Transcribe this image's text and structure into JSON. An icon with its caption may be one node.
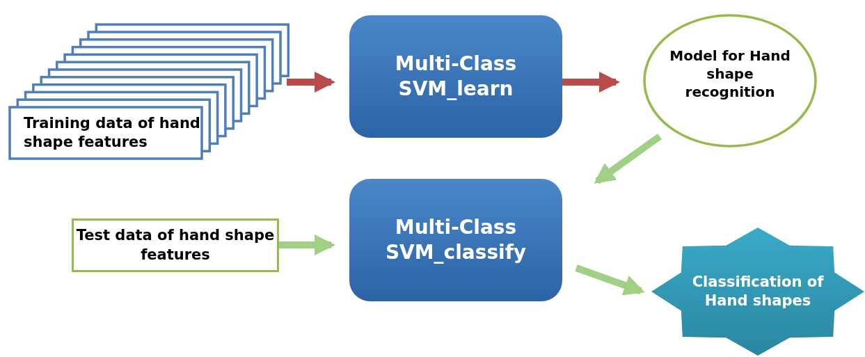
{
  "diagram": {
    "nodes": [
      {
        "text": [
          "Training data of hand shape features"
        ]
      },
      {
        "text": [
          "Multi-Class SVM_learn"
        ]
      },
      {
        "text": [
          "Model for Hand shape recognition"
        ]
      },
      {
        "text": [
          "Test data of hand shape features"
        ]
      },
      {
        "text": [
          "Multi-Class SVM_classify"
        ]
      },
      {
        "text": [
          "Classification of Hand shapes"
        ]
      }
    ],
    "edges": [
      {
        "from": 0,
        "to": 1,
        "arrow": "to",
        "color": "#b84c4a"
      },
      {
        "from": 1,
        "to": 2,
        "arrow": "to",
        "color": "#b84c4a"
      },
      {
        "from": 2,
        "to": 4,
        "arrow": "to",
        "color": "#9fd083"
      },
      {
        "from": 3,
        "to": 4,
        "arrow": "to",
        "color": "#9fd083"
      },
      {
        "from": 4,
        "to": 5,
        "arrow": "to",
        "color": "#9fd083"
      }
    ]
  }
}
